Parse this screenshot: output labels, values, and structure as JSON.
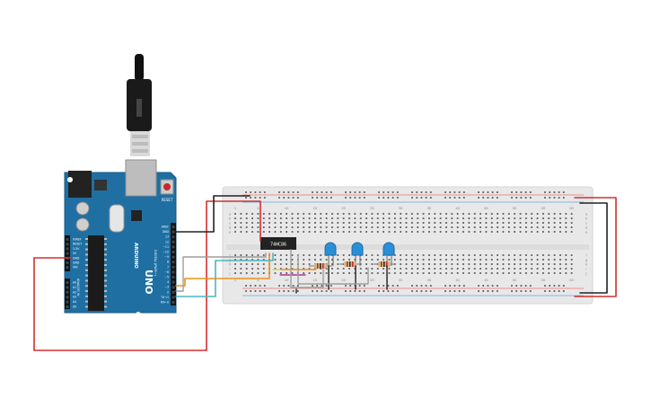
{
  "arduino": {
    "brand": "ARDUINO",
    "model": "UNO",
    "power_labels": [
      "IOREF",
      "RESET",
      "3.3V",
      "5V",
      "GND",
      "GND",
      "VIN"
    ],
    "analog_header": "ANALOG IN",
    "analog_pins": [
      "A0",
      "A1",
      "A2",
      "A3",
      "A4",
      "A5"
    ],
    "digital_header": "DIGITAL (PWM~)",
    "digital_pins": [
      "AREF",
      "GND",
      "13",
      "12",
      "~11",
      "~10",
      "~9",
      "8",
      "7",
      "~6",
      "~5",
      "4",
      "~3",
      "2",
      "TX→1",
      "RX←0"
    ],
    "reset_label": "RESET"
  },
  "chip": {
    "label": "74HC86"
  },
  "breadboard": {
    "column_numbers": [
      "1",
      "5",
      "10",
      "15",
      "20",
      "25",
      "30",
      "35",
      "40",
      "45",
      "50",
      "55",
      "60"
    ],
    "row_letters": [
      "a",
      "b",
      "c",
      "d",
      "e",
      "f",
      "g",
      "h",
      "i",
      "j"
    ]
  },
  "colors": {
    "board_blue": "#1f6fa3",
    "breadboard": "#e8e8e8",
    "wire_red": "#d32f2f",
    "wire_black": "#222222",
    "wire_orange": "#f0901c",
    "wire_teal": "#4bb5c1",
    "wire_gray": "#9e9e9e",
    "wire_purple": "#b0349a",
    "led_blue": "#2a8fd6"
  }
}
